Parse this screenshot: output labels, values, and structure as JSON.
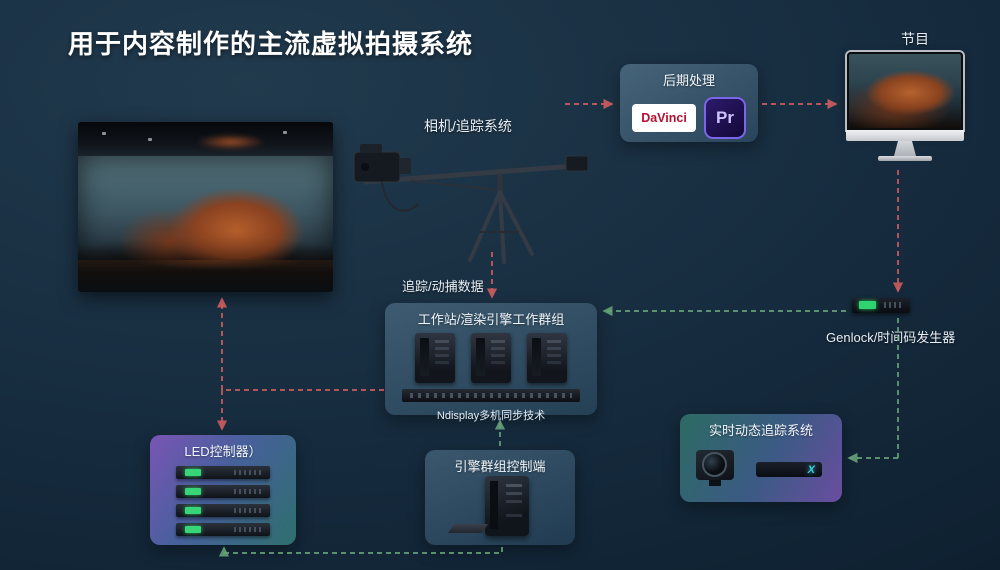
{
  "colors": {
    "signal": "#e06262",
    "sync": "#6fae7d"
  },
  "title": "用于内容制作的主流虚拟拍摄系统",
  "program": {
    "label": "节目"
  },
  "post": {
    "label": "后期处理",
    "davinci": "DaVinci",
    "premiere": "Pr"
  },
  "camera_system": {
    "label": "相机/追踪系统"
  },
  "tracking": {
    "data_label": "追踪/动捕数据"
  },
  "workstation": {
    "title": "工作站/渲染引擎工作群组",
    "footer": "Ndisplay多机同步技术"
  },
  "genlock": {
    "label": "Genlock/时间码发生器"
  },
  "realtime_tracking": {
    "title": "实时动态追踪系统",
    "logo": "X"
  },
  "led_controller": {
    "title": "LED控制器）"
  },
  "engine_control": {
    "title": "引擎群组控制端"
  }
}
